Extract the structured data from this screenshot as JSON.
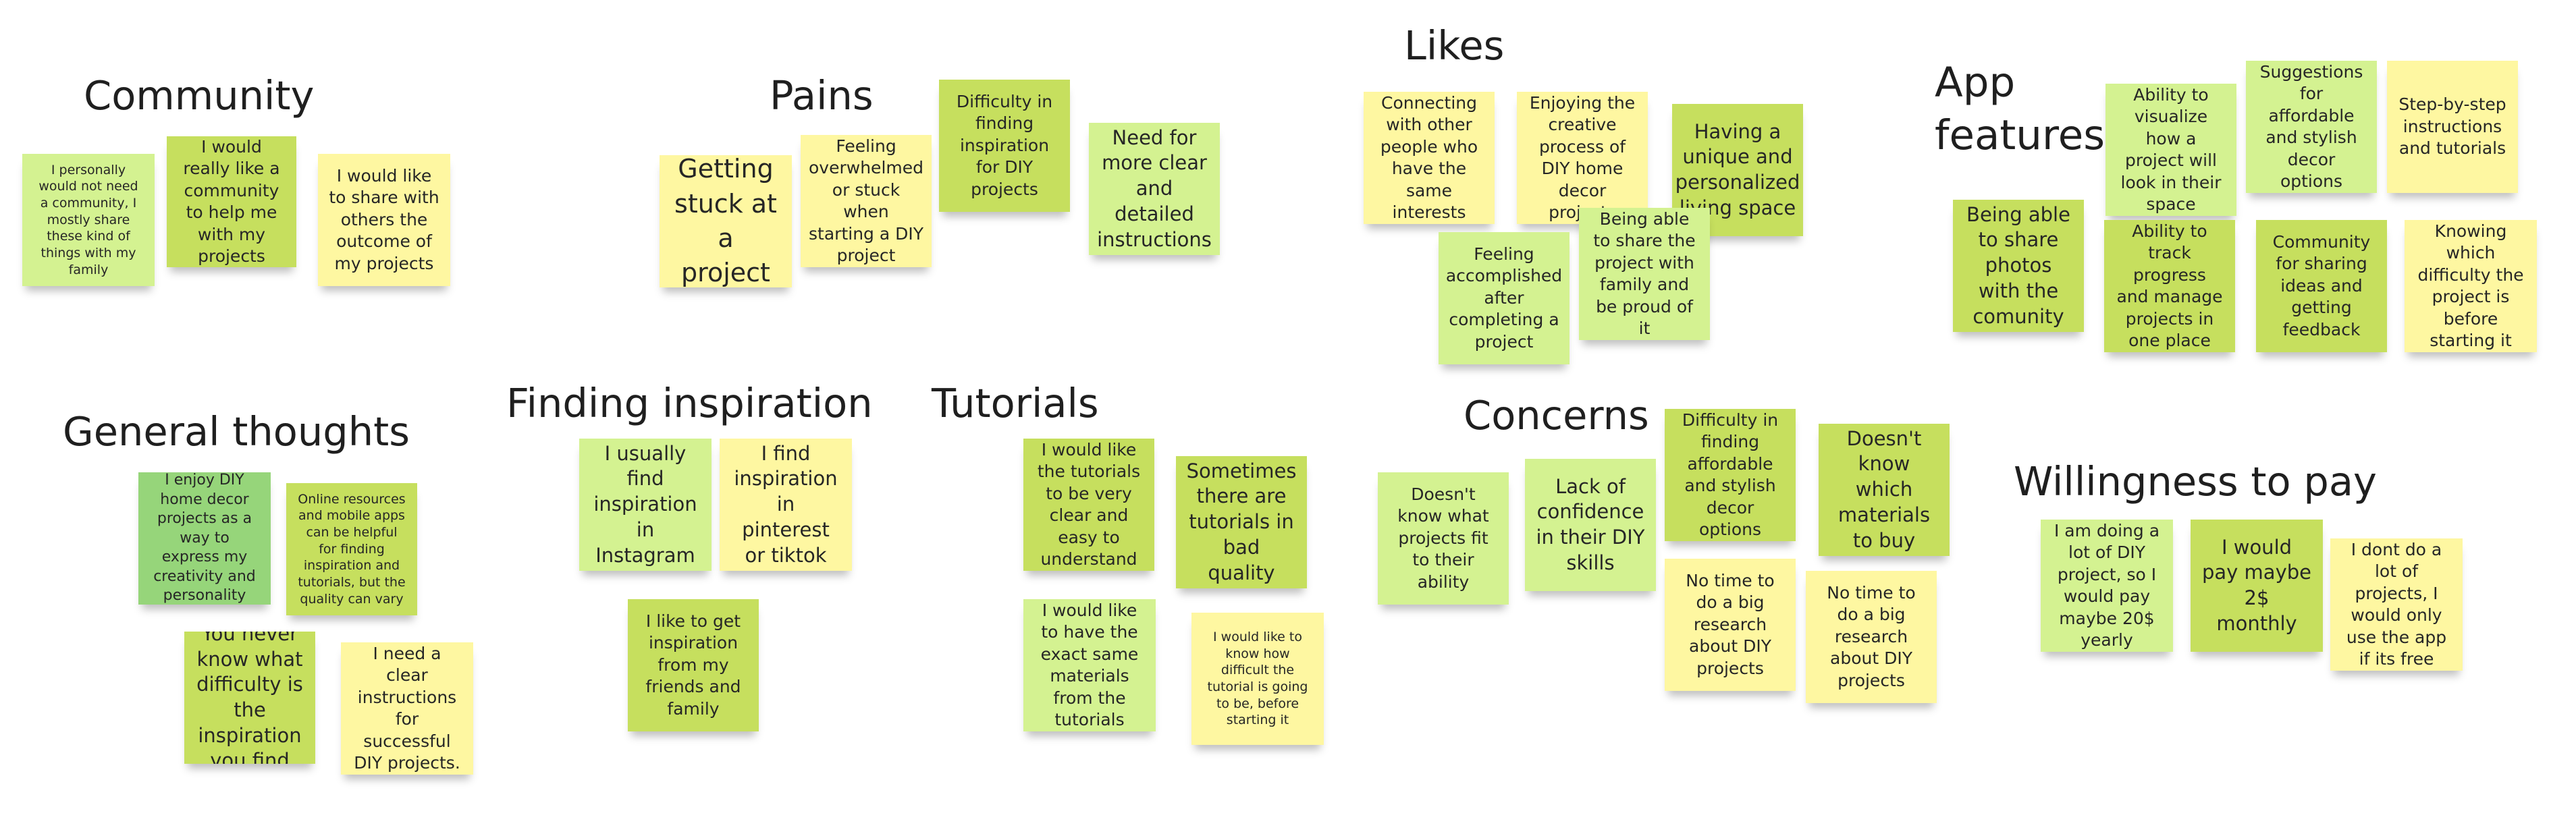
{
  "colors": {
    "yellow": "#fef7a1",
    "lime": "#d4f291",
    "olive": "#c6df5e",
    "green": "#96d57a",
    "text": "#262626"
  },
  "headings": {
    "community": "Community",
    "pains": "Pains",
    "likes": "Likes",
    "app_features_line1": "App",
    "app_features_line2": "features",
    "general_thoughts": "General thoughts",
    "finding_inspiration": "Finding inspiration",
    "tutorials": "Tutorials",
    "concerns": "Concerns",
    "willingness_to_pay": "Willingness to pay"
  },
  "notes": {
    "community": [
      "I personally would not need a community, I mostly share these kind of things with my family",
      "I would really like a community to help me with my projects",
      "I would like to share with others the outcome of my projects"
    ],
    "pains": [
      "Getting stuck at a project",
      "Feeling overwhelmed or stuck when starting a DIY project",
      "Difficulty in finding inspiration for DIY projects",
      "Need for more clear and detailed instructions"
    ],
    "likes": [
      "Connecting with other people who have the same interests",
      "Enjoying the creative process of DIY home decor projects",
      "Having a unique and personalized living space",
      "Feeling accomplished after completing a project",
      "Being able to share the project with family and be proud of it"
    ],
    "app_features": [
      "Ability to visualize how a project will look in their space",
      "Suggestions for affordable and stylish decor options",
      "Step-by-step instructions and tutorials",
      "Being able to share photos with the comunity",
      "Ability to track progress and manage projects in one place",
      "Community for sharing ideas and getting feedback",
      "Knowing which difficulty the project is before starting it"
    ],
    "general_thoughts": [
      "I enjoy DIY home decor projects as a way to express my creativity and personality",
      "Online resources and mobile apps can be helpful for finding inspiration and tutorials, but the quality can vary",
      "You never know what difficulty is the inspiration you find",
      "I need a clear instructions for successful DIY projects."
    ],
    "finding_inspiration": [
      "I usually find inspiration in Instagram",
      "I find inspiration in pinterest or tiktok",
      "I like to get inspiration from my friends and family"
    ],
    "tutorials": [
      "I would  like the tutorials to be very clear and easy to understand",
      "Sometimes there are tutorials in bad quality",
      "I would like to have the exact same materials from the tutorials",
      "I would like to know how difficult the tutorial is going to be, before starting it"
    ],
    "concerns": [
      "Doesn't know what projects fit to their ability",
      "Lack of confidence in their DIY skills",
      "Difficulty in finding affordable and stylish decor options",
      "Doesn't know which materials to buy",
      "No time to do a big research about DIY projects",
      "No time to do a big research about DIY projects"
    ],
    "willingness_to_pay": [
      "I am doing a lot of DIY project, so I would pay maybe 20$ yearly",
      "I would pay maybe 2$ monthly",
      "I dont do a lot of projects, I would only use the app if its free"
    ]
  }
}
